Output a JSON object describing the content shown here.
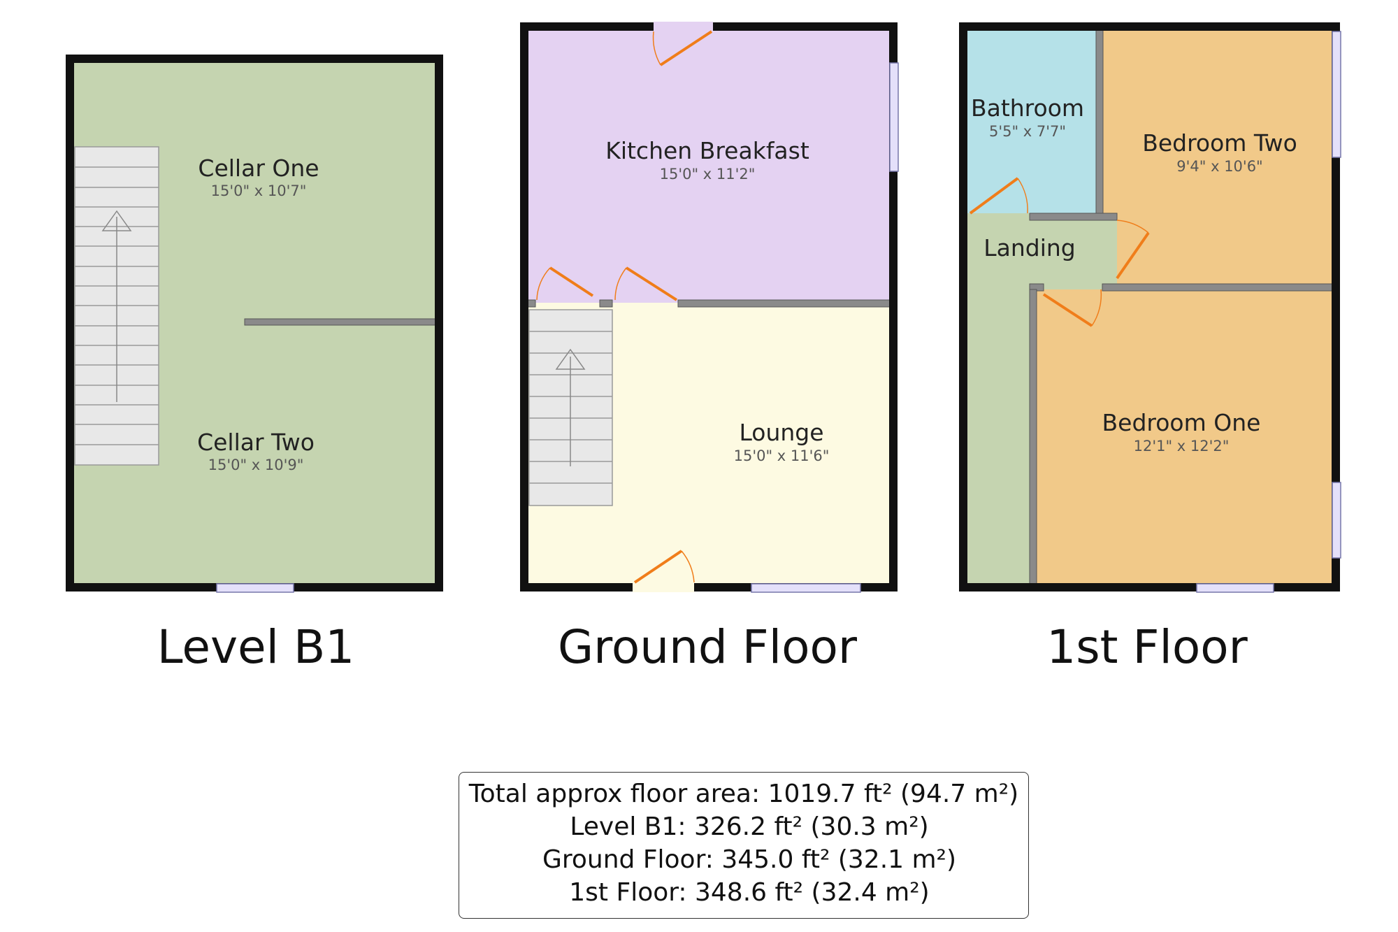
{
  "colors": {
    "cellar": "#c5d4b0",
    "kitchen": "#e4d2f2",
    "lounge": "#fdfae2",
    "bathroom": "#b5e1e8",
    "bedroom": "#f1c989",
    "landing": "#c5d4b0",
    "wall": "#111111",
    "door": "#f07d1a",
    "window": "#e4e0fa"
  },
  "floors": {
    "b1": {
      "label": "Level B1",
      "rooms": {
        "cellar_one": {
          "name": "Cellar One",
          "dims": "15'0\" x 10'7\""
        },
        "cellar_two": {
          "name": "Cellar Two",
          "dims": "15'0\" x 10'9\""
        }
      }
    },
    "ground": {
      "label": "Ground Floor",
      "rooms": {
        "kitchen": {
          "name": "Kitchen Breakfast",
          "dims": "15'0\" x 11'2\""
        },
        "lounge": {
          "name": "Lounge",
          "dims": "15'0\" x 11'6\""
        }
      }
    },
    "first": {
      "label": "1st Floor",
      "rooms": {
        "bathroom": {
          "name": "Bathroom",
          "dims": "5'5\" x 7'7\""
        },
        "bedroom_two": {
          "name": "Bedroom Two",
          "dims": "9'4\" x 10'6\""
        },
        "landing": {
          "name": "Landing"
        },
        "bedroom_one": {
          "name": "Bedroom One",
          "dims": "12'1\" x 12'2\""
        }
      }
    }
  },
  "area_summary": {
    "total": "Total approx floor area: 1019.7 ft² (94.7 m²)",
    "b1": "Level B1: 326.2 ft² (30.3 m²)",
    "ground": "Ground Floor: 345.0 ft² (32.1 m²)",
    "first": "1st Floor: 348.6 ft² (32.4 m²)"
  }
}
